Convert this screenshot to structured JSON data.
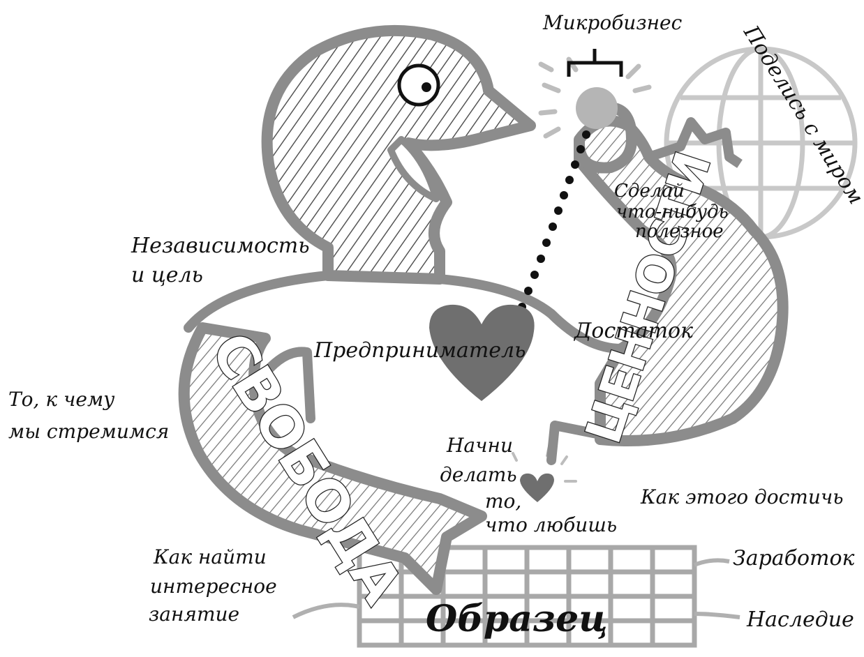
{
  "labels": {
    "microbusiness": "Микробизнес",
    "share_with_world": "Поделись с миром",
    "do_useful_line1": "Сделай",
    "do_useful_line2": "что-нибудь",
    "do_useful_line3": "полезное",
    "independence_line1": "Независимость",
    "independence_line2": "и цель",
    "entrepreneur": "Предприниматель",
    "sufficiency": "Достаток",
    "aspire_line1": "То, к чему",
    "aspire_line2": "мы стремимся",
    "start_doing_line1": "Начни",
    "start_doing_line2": "делать",
    "start_doing_line3": "то,",
    "start_doing_line4": "что любишь",
    "how_to_achieve": "Как этого достичь",
    "find_work_line1": "Как найти",
    "find_work_line2": "интересное",
    "find_work_line3": "занятие",
    "earnings": "Заработок",
    "legacy": "Наследие",
    "model": "Образец",
    "freedom": "СВОБОДА",
    "values": "ЦЕННОСТИ"
  },
  "colors": {
    "outline": "#8c8c8c",
    "heart": "#6f6f6f",
    "ink": "#111111",
    "light_gray": "#c8c8c8"
  },
  "icons": [
    "person-head-icon",
    "eye-icon",
    "heart-icon",
    "lightbulb-icon",
    "globe-icon",
    "grid-icon",
    "small-heart-icon"
  ]
}
